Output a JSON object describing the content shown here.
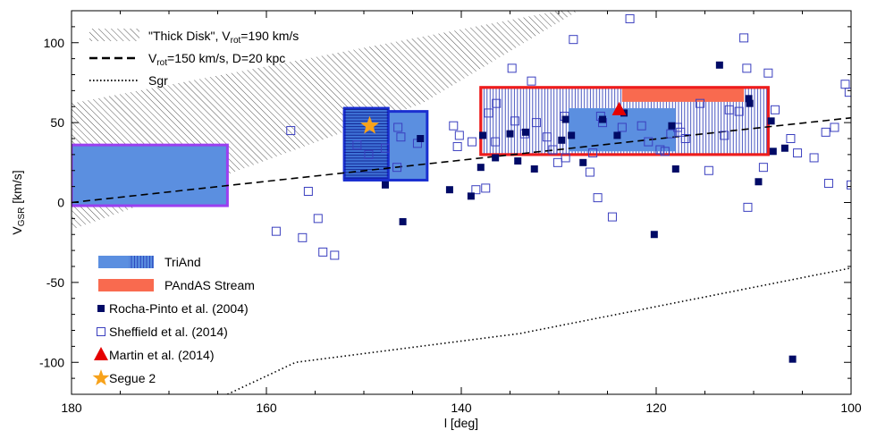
{
  "chart_data": {
    "type": "scatter",
    "xlabel": "l [deg]",
    "ylabel_main": "V",
    "ylabel_sub": "GSR",
    "ylabel_unit": " [km/s]",
    "xlim": [
      180,
      100
    ],
    "ylim": [
      -120,
      120
    ],
    "xticks": [
      180,
      160,
      140,
      120,
      100
    ],
    "xtick_labels": [
      "180",
      "160",
      "140",
      "120",
      "100"
    ],
    "yticks": [
      100,
      50,
      0,
      -50,
      -100
    ],
    "ytick_labels": [
      "100",
      "50",
      "0",
      "-50",
      "-100"
    ],
    "top_legend": [
      {
        "style": "hatch",
        "text_pre": "\"Thick Disk\", V",
        "sub": "rot",
        "text_post": "=190 km/s"
      },
      {
        "style": "dashed",
        "text_pre": "V",
        "sub": "rot",
        "text_post": "=150 km/s, D=20 kpc"
      },
      {
        "style": "dotted",
        "text_pre": "Sgr",
        "sub": "",
        "text_post": ""
      }
    ],
    "bottom_legend": [
      {
        "style": "triand",
        "text": "TriAnd"
      },
      {
        "style": "pandas",
        "text": "PAndAS Stream"
      },
      {
        "style": "filled-square",
        "text": "Rocha-Pinto et al. (2004)"
      },
      {
        "style": "open-square",
        "text": "Sheffield et al. (2014)"
      },
      {
        "style": "triangle",
        "text": "Martin et al. (2014)"
      },
      {
        "style": "star",
        "text": "Segue 2"
      }
    ],
    "thick_disk_band": {
      "upper": [
        [
          180,
          62
        ],
        [
          130,
          120
        ]
      ],
      "lower": [
        [
          180,
          -17
        ],
        [
          162,
          22
        ],
        [
          144,
          62
        ],
        [
          128,
          120
        ]
      ]
    },
    "dashed_line": [
      [
        180,
        0
      ],
      [
        100,
        53
      ]
    ],
    "dotted_line": [
      [
        164,
        -120
      ],
      [
        157,
        -100
      ],
      [
        134,
        -82
      ],
      [
        100,
        -41
      ]
    ],
    "boxes": [
      {
        "name": "triand-box-left",
        "l": [
          180,
          164
        ],
        "v": [
          -2,
          36
        ],
        "fill": "#5b8fe0",
        "stroke": "#9b3ff0",
        "pattern": ""
      },
      {
        "name": "triand-box-mid",
        "l": [
          152,
          143.5
        ],
        "v": [
          14,
          57
        ],
        "fill": "#5b8fe0",
        "stroke": "#1a2fd0",
        "pattern": ""
      },
      {
        "name": "triand-box-hlines",
        "l": [
          152,
          147.5
        ],
        "v": [
          15,
          59
        ],
        "fill": "#3f74d8",
        "stroke": "#1a2fd0",
        "pattern": "hlines"
      },
      {
        "name": "triand-box-vlines",
        "l": [
          138,
          108.5
        ],
        "v": [
          30,
          72
        ],
        "fill": "none",
        "stroke": "#ee1c1c",
        "pattern": "vlines"
      },
      {
        "name": "triand-box-inner",
        "l": [
          129,
          118
        ],
        "v": [
          32,
          59
        ],
        "fill": "#5b8fe0",
        "stroke": "none",
        "pattern": ""
      },
      {
        "name": "pandas-stream-box",
        "l": [
          123.5,
          111
        ],
        "v": [
          63,
          72
        ],
        "fill": "#f96a4f",
        "stroke": "none",
        "pattern": ""
      }
    ],
    "series": [
      {
        "name": "Rocha-Pinto et al. (2004)",
        "marker": "filled-square",
        "x": [
          147.8,
          146,
          144.2,
          141.2,
          139,
          138,
          137.8,
          136.5,
          135,
          134.2,
          133.4,
          132.5,
          129.7,
          129.3,
          128.7,
          127.5,
          125.5,
          124,
          123.3,
          118.4,
          118,
          120.2,
          113.5,
          110.5,
          110.4,
          109.5,
          108.2,
          108,
          106.8,
          106
        ],
        "y": [
          11,
          -12,
          40,
          8,
          4,
          22,
          42,
          28,
          43,
          26,
          44,
          21,
          39,
          52,
          42,
          25,
          52,
          42,
          56,
          48,
          21,
          -20,
          86,
          65,
          62,
          13,
          51,
          32,
          34,
          -98
        ]
      },
      {
        "name": "Sheffield et al. (2014)",
        "marker": "open-square",
        "x": [
          159,
          157.5,
          156.3,
          155.7,
          154.7,
          154.2,
          153,
          150.7,
          149.5,
          147.8,
          146.5,
          146.6,
          146.2,
          144.5,
          140.8,
          140.4,
          140.2,
          138.9,
          138.5,
          137.5,
          137.2,
          136.5,
          136.4,
          134.8,
          134.5,
          133.5,
          132.8,
          132.3,
          131.2,
          130.6,
          130.1,
          129.4,
          129.3,
          128.5,
          126.8,
          126.5,
          126,
          125.7,
          125.5,
          124.5,
          123.5,
          122.7,
          121.5,
          120.8,
          119.6,
          119.1,
          118.5,
          117.8,
          117.5,
          117,
          115.5,
          114.6,
          113,
          112.5,
          111.5,
          111,
          110.7,
          110.6,
          109,
          108.5,
          107.8,
          106.2,
          105.5,
          103.8,
          102.6,
          102.3,
          101.7,
          100.6,
          100.2,
          100
        ],
        "y": [
          -18,
          45,
          -22,
          7,
          -10,
          -31,
          -33,
          36,
          30,
          34,
          47,
          22,
          41,
          37,
          48,
          35,
          42,
          38,
          8,
          9,
          56,
          38,
          62,
          84,
          51,
          43,
          76,
          50,
          41,
          33,
          25,
          54,
          28,
          102,
          19,
          31,
          3,
          54,
          50,
          -9,
          47,
          115,
          48,
          38,
          33,
          32,
          43,
          47,
          44,
          40,
          62,
          20,
          42,
          58,
          57,
          103,
          84,
          -3,
          22,
          81,
          58,
          40,
          31,
          28,
          44,
          12,
          47,
          74,
          69,
          11
        ]
      },
      {
        "name": "Martin et al. (2014)",
        "marker": "triangle",
        "x": [
          123.8
        ],
        "y": [
          58
        ]
      },
      {
        "name": "Segue 2",
        "marker": "star",
        "x": [
          149.4
        ],
        "y": [
          48
        ]
      }
    ],
    "colors": {
      "filled_square": "#000a66",
      "open_square": "#3a3fbf",
      "triangle": "#e50000",
      "star": "#f7a21b",
      "triand_fill": "#5b8fe0",
      "pandas_fill": "#f96a4f"
    }
  }
}
